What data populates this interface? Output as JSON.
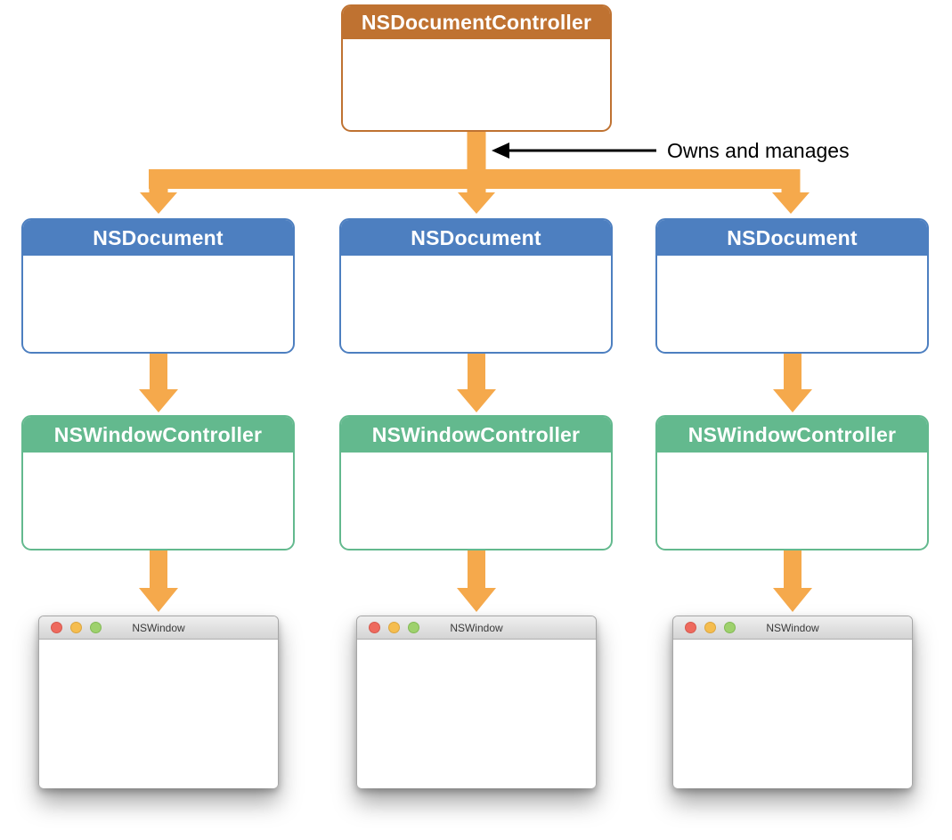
{
  "diagram": {
    "root_box": {
      "title": "NSDocumentController"
    },
    "annotation": {
      "label": "Owns and manages"
    },
    "columns": [
      {
        "document_title": "NSDocument",
        "controller_title": "NSWindowController",
        "window_title": "NSWindow"
      },
      {
        "document_title": "NSDocument",
        "controller_title": "NSWindowController",
        "window_title": "NSWindow"
      },
      {
        "document_title": "NSDocument",
        "controller_title": "NSWindowController",
        "window_title": "NSWindow"
      }
    ],
    "colors": {
      "root_header": "#bf7231",
      "document_header": "#4d7fc0",
      "controller_header": "#63b98e",
      "connector_orange": "#f5a94c",
      "annotation_arrow": "#000000",
      "traffic_red": "#ee6a5e",
      "traffic_yellow": "#f5bd4f",
      "traffic_green": "#9ed16d"
    }
  }
}
